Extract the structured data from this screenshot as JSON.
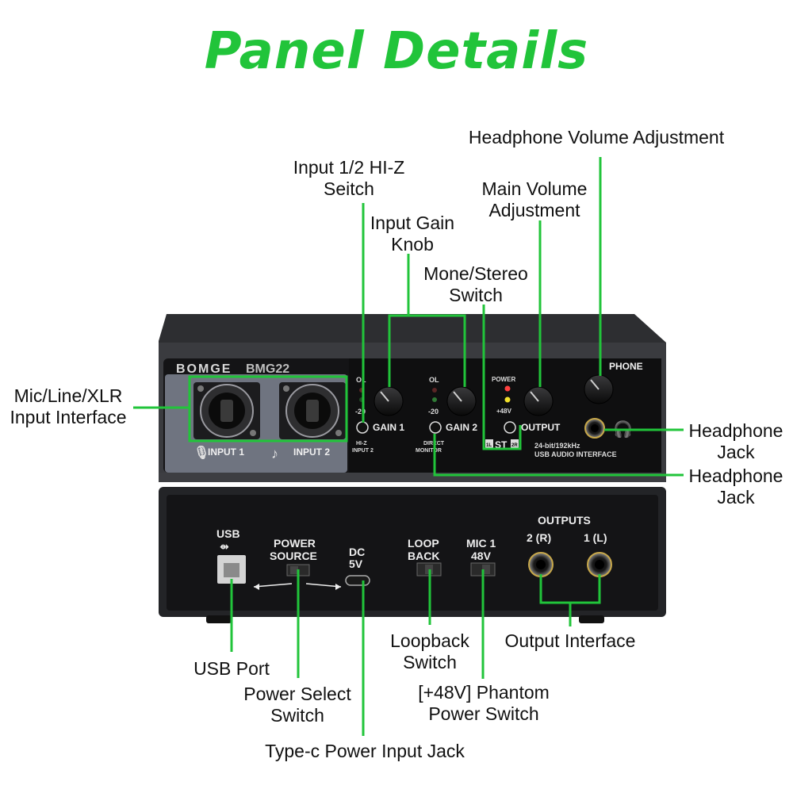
{
  "title": "Panel Details",
  "colors": {
    "accent": "#21c43a",
    "device_body": "#2b2c2f",
    "panel_black": "#0f0f10",
    "input_panel": "#6f7480"
  },
  "callouts": {
    "headphone_volume": "Headphone Volume Adjustment",
    "hiz_switch": [
      "Input 1/2 HI-Z",
      "Seitch"
    ],
    "main_volume": [
      "Main Volume",
      "Adjustment"
    ],
    "input_gain": [
      "Input Gain",
      "Knob"
    ],
    "mono_stereo": [
      "Mone/Stereo",
      "Switch"
    ],
    "xlr_input": [
      "Mic/Line/XLR",
      "Input Interface"
    ],
    "headphone_jack_1": [
      "Headphone",
      "Jack"
    ],
    "headphone_jack_2": [
      "Headphone",
      "Jack"
    ],
    "usb_port": "USB Port",
    "power_select": [
      "Power Select",
      "Switch"
    ],
    "typec_input": "Type-c Power Input Jack",
    "loopback": [
      "Loopback",
      "Switch"
    ],
    "phantom": [
      "[+48V] Phantom",
      "Power Switch"
    ],
    "output_interface": "Output Interface"
  },
  "front_panel": {
    "brand": "BOMGE",
    "model": "BMG22",
    "input1": "INPUT 1",
    "input2": "INPUT 2",
    "ol": "OL",
    "minus20": "-20",
    "gain1": "GAIN 1",
    "gain2": "GAIN 2",
    "hiz": [
      "HI-Z",
      "INPUT 2"
    ],
    "direct_monitor": [
      "DIRECT",
      "MONITOR"
    ],
    "power": "POWER",
    "plus48v": "+48V",
    "output": "OUTPUT",
    "phone": "PHONE",
    "st_left": "1L",
    "st_mid": "ST",
    "st_right": "2R",
    "spec": [
      "24-bit/192kHz",
      "USB AUDIO INTERFACE"
    ]
  },
  "rear_panel": {
    "usb": "USB",
    "power_source": [
      "POWER",
      "SOURCE"
    ],
    "dc": [
      "DC",
      "5V"
    ],
    "loop_back": [
      "LOOP",
      "BACK"
    ],
    "mic48": [
      "MIC 1",
      "48V"
    ],
    "outputs": "OUTPUTS",
    "out2": "2 (R)",
    "out1": "1 (L)"
  }
}
